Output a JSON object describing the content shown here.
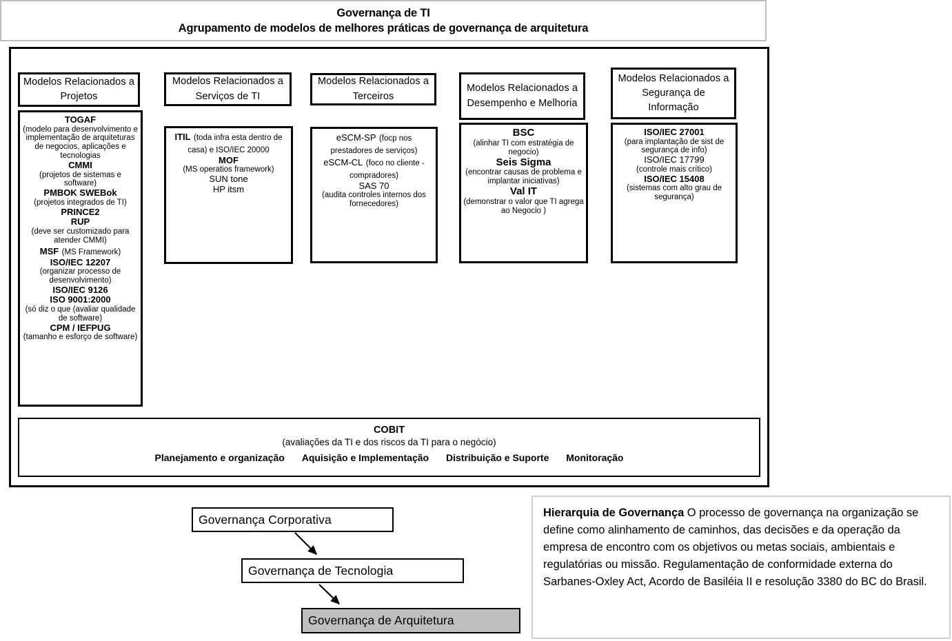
{
  "title": {
    "line1": "Governança de TI",
    "line2": "Agrupamento de modelos de melhores práticas de governança de arquitetura"
  },
  "columns": [
    {
      "header": "Modelos Relacionados a Projetos",
      "items": [
        {
          "name": "TOGAF",
          "desc": "(modelo para desenvolvimento e implementação de arquiteturas de negocios, aplicações e tecnologias"
        },
        {
          "name": "CMMI",
          "desc": "(projetos de sistemas e software)"
        },
        {
          "name": "PMBOK  SWEBok",
          "desc": "(projetos integrados de TI)"
        },
        {
          "name": "PRINCE2",
          "desc": ""
        },
        {
          "name": "RUP",
          "desc": "(deve ser customizado para atender CMMI)"
        },
        {
          "name": "MSF",
          "inline_desc": "(MS Framework)",
          "desc": ""
        },
        {
          "name": "ISO/IEC 12207",
          "desc": "(organizar processo de desenvolvimento)"
        },
        {
          "name": "ISO/IEC 9126",
          "desc": ""
        },
        {
          "name": "ISO 9001:2000",
          "desc": "(só diz o que (avaliar qualidade de software)"
        },
        {
          "name": "CPM / IEFPUG",
          "desc": "(tamanho e esforço de software)"
        }
      ]
    },
    {
      "header": "Modelos Relacionados a Serviços de TI",
      "items": [
        {
          "name": "ITIL",
          "inline_desc": "(toda infra esta dentro de casa) e ISO/IEC 20000",
          "desc": ""
        },
        {
          "name": "MOF",
          "desc": "(MS operatios framework)"
        },
        {
          "plain": "SUN tone"
        },
        {
          "plain": "HP itsm"
        }
      ]
    },
    {
      "header": "Modelos Relacionados a Terceiros",
      "items": [
        {
          "plain_name": "eSCM-SP",
          "inline_desc": "(focp nos prestadores de serviços)"
        },
        {
          "plain_name": "eSCM-CL",
          "inline_desc": "(foco no cliente - compradores)"
        },
        {
          "plain": "SAS 70"
        },
        {
          "desc_only": "(audita controles internos dos fornecedores)"
        }
      ]
    },
    {
      "header": "Modelos Relacionados a Desempenho e Melhoria",
      "items": [
        {
          "name": "BSC",
          "desc": "(alinhar TI com estratégia de negocio)"
        },
        {
          "name": "Seis Sigma",
          "desc": "(encontrar causas de problema e implantar iniciativas)"
        },
        {
          "name": "Val IT",
          "desc": "(demonstrar o valor que TI agrega ao Negocio )"
        }
      ]
    },
    {
      "header": "Modelos Relacionados a Segurança de Informação",
      "items": [
        {
          "name": "ISO/IEC 27001",
          "desc": "(para implantação de sist de segurança de info)"
        },
        {
          "plain": "ISO/IEC 17799",
          "desc": "(controle mais crítico)"
        },
        {
          "name": "ISO/IEC 15408",
          "desc": "(sistemas com alto grau de segurança)"
        }
      ]
    }
  ],
  "cobit": {
    "title": "COBIT",
    "subtitle": "(avaliações da TI e dos riscos da TI para o negócio)",
    "domains": [
      "Planejamento e organização",
      "Aquisição e Implementação",
      "Distribuição e Suporte",
      "Monitoração"
    ]
  },
  "hierarchy": {
    "boxes": [
      {
        "label": "Governança Corporativa",
        "shaded": false
      },
      {
        "label": "Governança de Tecnologia",
        "shaded": false
      },
      {
        "label": "Governança de Arquitetura",
        "shaded": true
      }
    ],
    "arrow_icon": "arrow-down-right-icon"
  },
  "note": {
    "heading": "Hierarquia de Governança",
    "body": " O processo de governança na organização se define como alinhamento de caminhos, das decisões e da operação da empresa de encontro com os objetivos ou metas sociais, ambientais e  regulatórias ou missão. Regulamentação de conformidade externa do Sarbanes-Oxley Act, Acordo de Basiléia II e resolução 3380 do BC do Brasil."
  },
  "colors": {
    "line": "#000000",
    "title_border": "#bfbfbf",
    "shaded_fill": "#bfbfbf",
    "note_border": "#cfcfcf"
  }
}
